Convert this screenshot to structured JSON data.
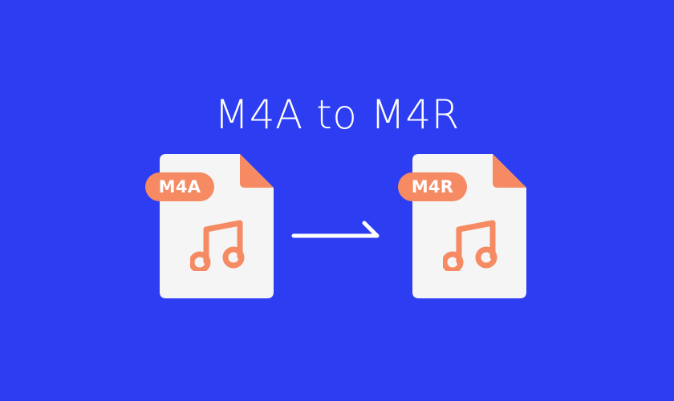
{
  "title": "M4A to M4R",
  "source_file": {
    "format_label": "M4A",
    "icon": "music-note-icon"
  },
  "target_file": {
    "format_label": "M4R",
    "icon": "music-note-icon"
  },
  "arrow_icon": "arrow-right-icon",
  "colors": {
    "background": "#2d3df2",
    "file_body": "#f5f5f5",
    "file_fold": "#f58a63",
    "badge": "#f58a63",
    "note": "#f58a63",
    "text": "#ffffff"
  }
}
